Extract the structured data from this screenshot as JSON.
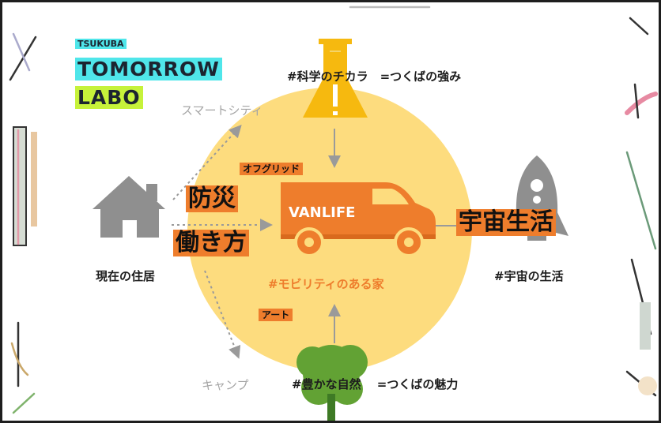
{
  "logo": {
    "line1": "TSUKUBA",
    "line2": "TOMORROW",
    "line3": "LABO",
    "colors": {
      "cyan": "#4fe6ea",
      "lime": "#c6f23a",
      "dark": "#1c2430"
    }
  },
  "top_label": "#科学のチカラ　=つくばの強み",
  "bottom_label": "#豊かな自然　 =つくばの魅力",
  "left_caption": "現在の住居",
  "right_caption": "#宇宙の生活",
  "center_caption": "#モビリティのある家",
  "van_label": "VANLIFE",
  "arrow_labels": {
    "upper": "スマートシティ",
    "lower": "キャンプ"
  },
  "tags": {
    "offgrid": "オフグリッド",
    "bousai": "防災",
    "hatarakikata": "働き方",
    "art": "アート",
    "space_life": "宇宙生活"
  },
  "colors": {
    "circle": "#fddc7e",
    "orange": "#ee7d2c",
    "flask": "#f6b90f",
    "tree": "#62a234",
    "gray": "#8f8f8f",
    "arrow": "#9a9a9a"
  },
  "icons": [
    "house-icon",
    "flask-icon",
    "rocket-icon",
    "tree-icon",
    "van-icon"
  ]
}
